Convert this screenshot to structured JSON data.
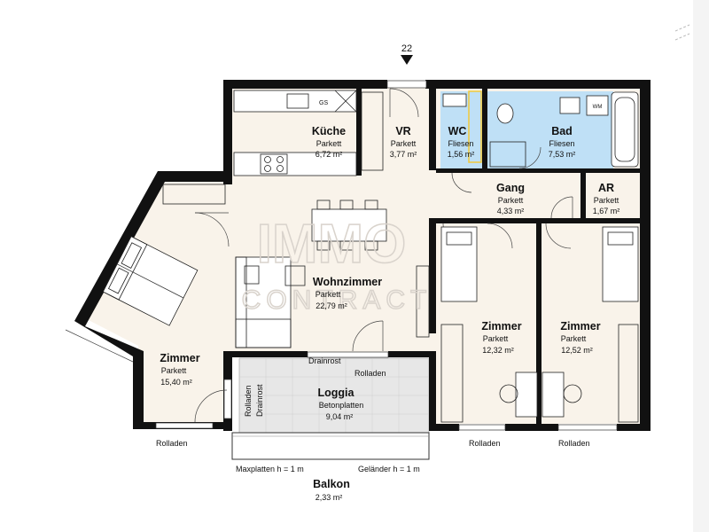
{
  "entrance_number": "22",
  "rooms": [
    {
      "id": "kueche",
      "name": "Küche",
      "floor": "Parkett",
      "area": "6,72 m²"
    },
    {
      "id": "vr",
      "name": "VR",
      "floor": "Parkett",
      "area": "3,77 m²"
    },
    {
      "id": "wc",
      "name": "WC",
      "floor": "Fliesen",
      "area": "1,56 m²"
    },
    {
      "id": "bad",
      "name": "Bad",
      "floor": "Fliesen",
      "area": "7,53 m²"
    },
    {
      "id": "gang",
      "name": "Gang",
      "floor": "Parkett",
      "area": "4,33 m²"
    },
    {
      "id": "ar",
      "name": "AR",
      "floor": "Parkett",
      "area": "1,67 m²"
    },
    {
      "id": "wohnzimmer",
      "name": "Wohnzimmer",
      "floor": "Parkett",
      "area": "22,79 m²"
    },
    {
      "id": "zimmer-left",
      "name": "Zimmer",
      "floor": "Parkett",
      "area": "15,40 m²"
    },
    {
      "id": "zimmer-mid",
      "name": "Zimmer",
      "floor": "Parkett",
      "area": "12,32 m²"
    },
    {
      "id": "zimmer-right",
      "name": "Zimmer",
      "floor": "Parkett",
      "area": "12,52 m²"
    },
    {
      "id": "loggia",
      "name": "Loggia",
      "floor": "Betonplatten",
      "area": "9,04 m²"
    },
    {
      "id": "balkon",
      "name": "Balkon",
      "floor": "",
      "area": "2,33 m²"
    }
  ],
  "labels": {
    "rolladen": "Rolladen",
    "drainrost": "Drainrost",
    "maxplatten": "Maxplatten h = 1 m",
    "gelaender": "Geländer h = 1 m",
    "gs": "GS",
    "wm": "WM"
  },
  "watermark": {
    "line1": "IMMO",
    "line2": "CONTRACT"
  },
  "colors": {
    "wall": "#111111",
    "floor": "#f9f3ea",
    "wet_floor": "#bfe0f6",
    "loggia_floor": "#e7e7e7",
    "window_highlight": "#f0c93a"
  }
}
